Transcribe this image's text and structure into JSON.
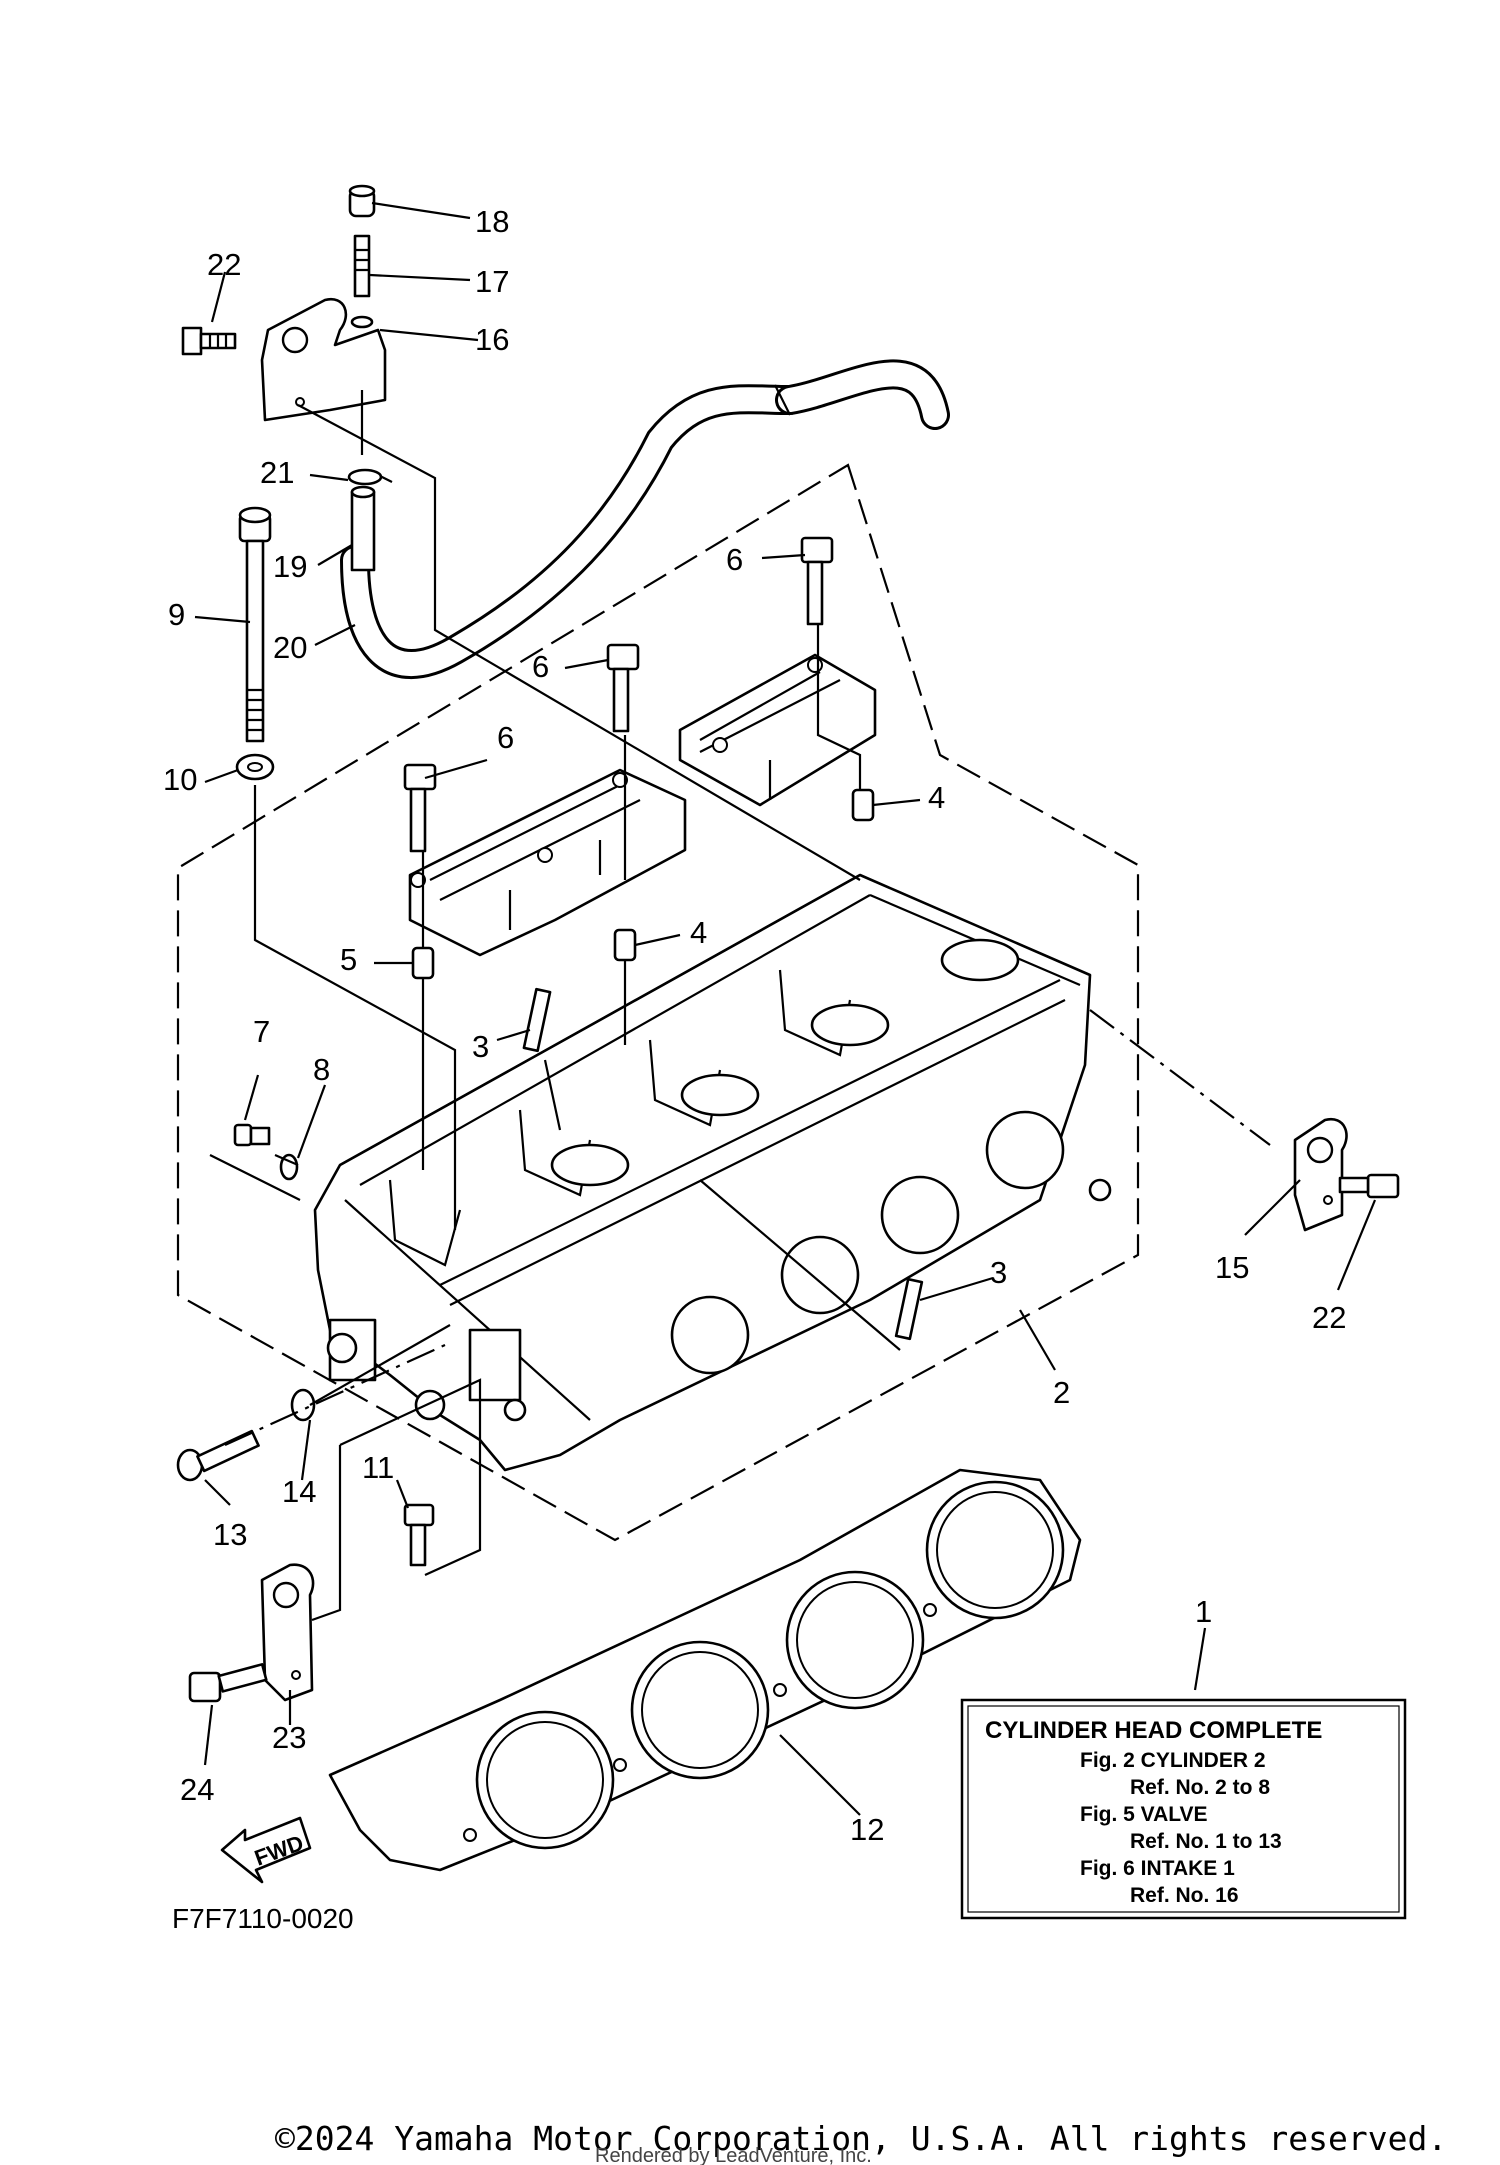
{
  "diagram": {
    "figure_code": "F7F7110-0020",
    "fwd_label": "FWD",
    "callouts": [
      {
        "id": "c18",
        "text": "18"
      },
      {
        "id": "c17",
        "text": "17"
      },
      {
        "id": "c16",
        "text": "16"
      },
      {
        "id": "c22a",
        "text": "22"
      },
      {
        "id": "c21",
        "text": "21"
      },
      {
        "id": "c19",
        "text": "19"
      },
      {
        "id": "c9",
        "text": "9"
      },
      {
        "id": "c20",
        "text": "20"
      },
      {
        "id": "c6a",
        "text": "6"
      },
      {
        "id": "c6b",
        "text": "6"
      },
      {
        "id": "c6c",
        "text": "6"
      },
      {
        "id": "c10",
        "text": "10"
      },
      {
        "id": "c4a",
        "text": "4"
      },
      {
        "id": "c4b",
        "text": "4"
      },
      {
        "id": "c5",
        "text": "5"
      },
      {
        "id": "c3a",
        "text": "3"
      },
      {
        "id": "c7",
        "text": "7"
      },
      {
        "id": "c8",
        "text": "8"
      },
      {
        "id": "c15",
        "text": "15"
      },
      {
        "id": "c22b",
        "text": "22"
      },
      {
        "id": "c3b",
        "text": "3"
      },
      {
        "id": "c2",
        "text": "2"
      },
      {
        "id": "c14",
        "text": "14"
      },
      {
        "id": "c13",
        "text": "13"
      },
      {
        "id": "c11",
        "text": "11"
      },
      {
        "id": "c1",
        "text": "1"
      },
      {
        "id": "c23",
        "text": "23"
      },
      {
        "id": "c24",
        "text": "24"
      },
      {
        "id": "c12",
        "text": "12"
      }
    ]
  },
  "info_box": {
    "title": "CYLINDER HEAD COMPLETE",
    "lines": [
      "Fig.  2  CYLINDER 2",
      "Ref. No. 2 to 8",
      "Fig.  5  VALVE",
      "Ref. No. 1 to 13",
      "Fig.  6  INTAKE 1",
      "Ref. No. 16"
    ]
  },
  "footer": {
    "copyright": "©2024 Yamaha Motor Corporation, U.S.A. All rights reserved.",
    "rendered_by": "Rendered by LeadVenture, Inc."
  }
}
